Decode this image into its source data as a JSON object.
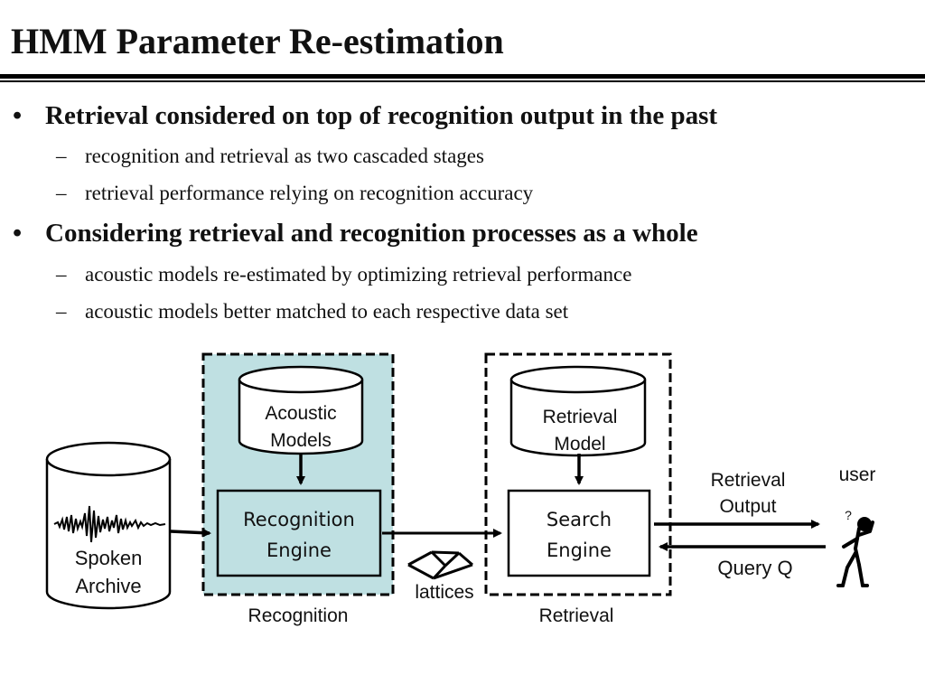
{
  "title": "HMM Parameter Re-estimation",
  "bullets": [
    {
      "text": "Retrieval considered on top of recognition output in the past",
      "subs": [
        "recognition and retrieval as two cascaded stages",
        "retrieval performance relying on recognition accuracy"
      ]
    },
    {
      "text": "Considering retrieval and recognition processes as a whole",
      "subs": [
        "acoustic models re-estimated by optimizing retrieval performance",
        "acoustic models better matched to each respective data set"
      ]
    }
  ],
  "bullet_symbol": "•",
  "sub_symbol": "–",
  "diagram": {
    "spoken_archive": [
      "Spoken",
      "Archive"
    ],
    "acoustic_models": [
      "Acoustic",
      "Models"
    ],
    "recognition_engine": [
      "Recognition",
      "Engine"
    ],
    "recognition_label": "Recognition",
    "lattices_label": "lattices",
    "retrieval_model": [
      "Retrieval",
      "Model"
    ],
    "search_engine": [
      "Search",
      "Engine"
    ],
    "retrieval_label": "Retrieval",
    "retrieval_output": [
      "Retrieval",
      "Output"
    ],
    "query": "Query Q",
    "user": "user",
    "question_mark": "?",
    "colors": {
      "recognition_fill": "#bfe0e2"
    }
  }
}
